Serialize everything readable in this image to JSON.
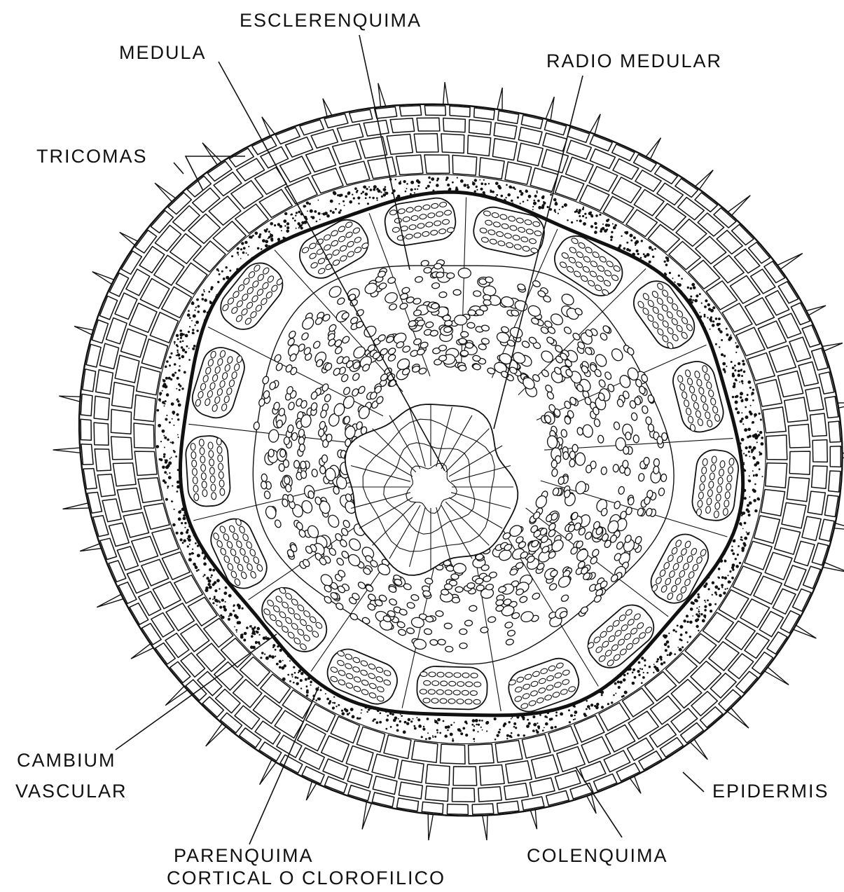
{
  "labels": {
    "esclerenquima": "ESCLERENQUIMA",
    "medula": "MEDULA",
    "radio_medular": "RADIO MEDULAR",
    "tricomas": "TRICOMAS",
    "cambium_line1": "CAMBIUM",
    "cambium_line2": "VASCULAR",
    "epidermis": "EPIDERMIS",
    "parenquima_line1": "PARENQUIMA",
    "parenquima_line2": "CORTICAL O CLOROFILICO",
    "colenquima": "COLENQUIMA"
  },
  "colors": {
    "ink": "#111111",
    "paper": "#ffffff"
  }
}
